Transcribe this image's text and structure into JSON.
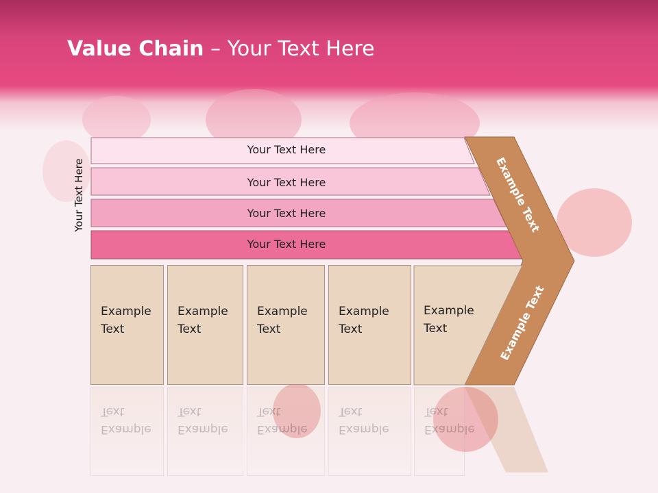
{
  "slide": {
    "title_bold": "Value Chain",
    "title_rest": " – Your Text Here",
    "side_label": "Your Text Here",
    "bars": [
      {
        "label": "Your Text Here",
        "color": "#fce3ee"
      },
      {
        "label": "Your Text Here",
        "color": "#f8c6d8"
      },
      {
        "label": "Your Text Here",
        "color": "#f3a6c2"
      },
      {
        "label": "Your Text Here",
        "color": "#ec6e98"
      }
    ],
    "cells": [
      {
        "text": "Example\nText"
      },
      {
        "text": "Example\nText"
      },
      {
        "text": "Example\nText"
      },
      {
        "text": "Example\nText"
      },
      {
        "text": "Example\nText"
      }
    ],
    "chevron": {
      "upper_label": "Example Text",
      "lower_label": "Example Text",
      "color": "#c98a5c"
    },
    "colors": {
      "accent": "#e64a80",
      "cell": "#ead5c1",
      "chevron": "#c98a5c"
    }
  }
}
